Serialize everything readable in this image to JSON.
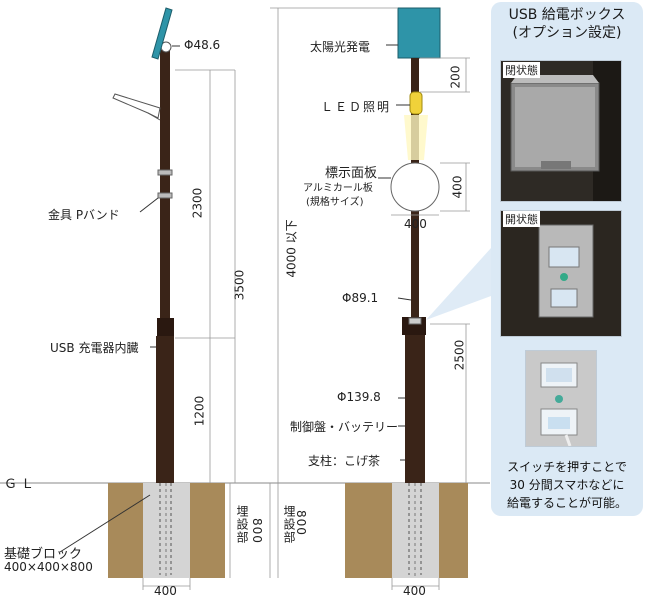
{
  "left_pole": {
    "diameter_top": "Φ48.6",
    "band_label": "金具 Pバンド",
    "charger_label": "USB 充電器内臓",
    "dim_2300": "2300",
    "dim_3500": "3500",
    "dim_1200": "1200",
    "gl_label": "ＧＬ",
    "block_label": "基礎ブロック",
    "block_size": "400×400×800",
    "bury_label": "埋設部",
    "bury_dim": "800",
    "width_dim": "400"
  },
  "right_pole": {
    "solar_label": "太陽光発電",
    "dim_200": "200",
    "led_label": "ＬＥＤ照明",
    "sign_label": "標示面板",
    "sign_material": "アルミカール板",
    "sign_size": "(規格サイズ)",
    "dim_400_h": "400",
    "dim_400_w": "400",
    "height_total": "4000 以下",
    "diameter_mid": "Φ89.1",
    "dim_2500": "2500",
    "diameter_base": "Φ139.8",
    "control_label": "制御盤・バッテリー",
    "post_label": "支柱：こげ茶",
    "bury_label": "埋設部",
    "bury_dim": "800",
    "width_dim": "400"
  },
  "usb_box": {
    "title_line1": "USB 給電ボックス",
    "title_line2": "(オプション設定)",
    "closed_label": "閉状態",
    "open_label": "開状態",
    "caption_line1": "スイッチを押すことで",
    "caption_line2": "30 分間スマホなどに",
    "caption_line3": "給電することが可能。"
  },
  "colors": {
    "pole": "#3a2418",
    "soil": "#a88a5a",
    "concrete": "#d4d4d4",
    "solar": "#2e94a8",
    "panel_bg": "#dbe9f5"
  }
}
